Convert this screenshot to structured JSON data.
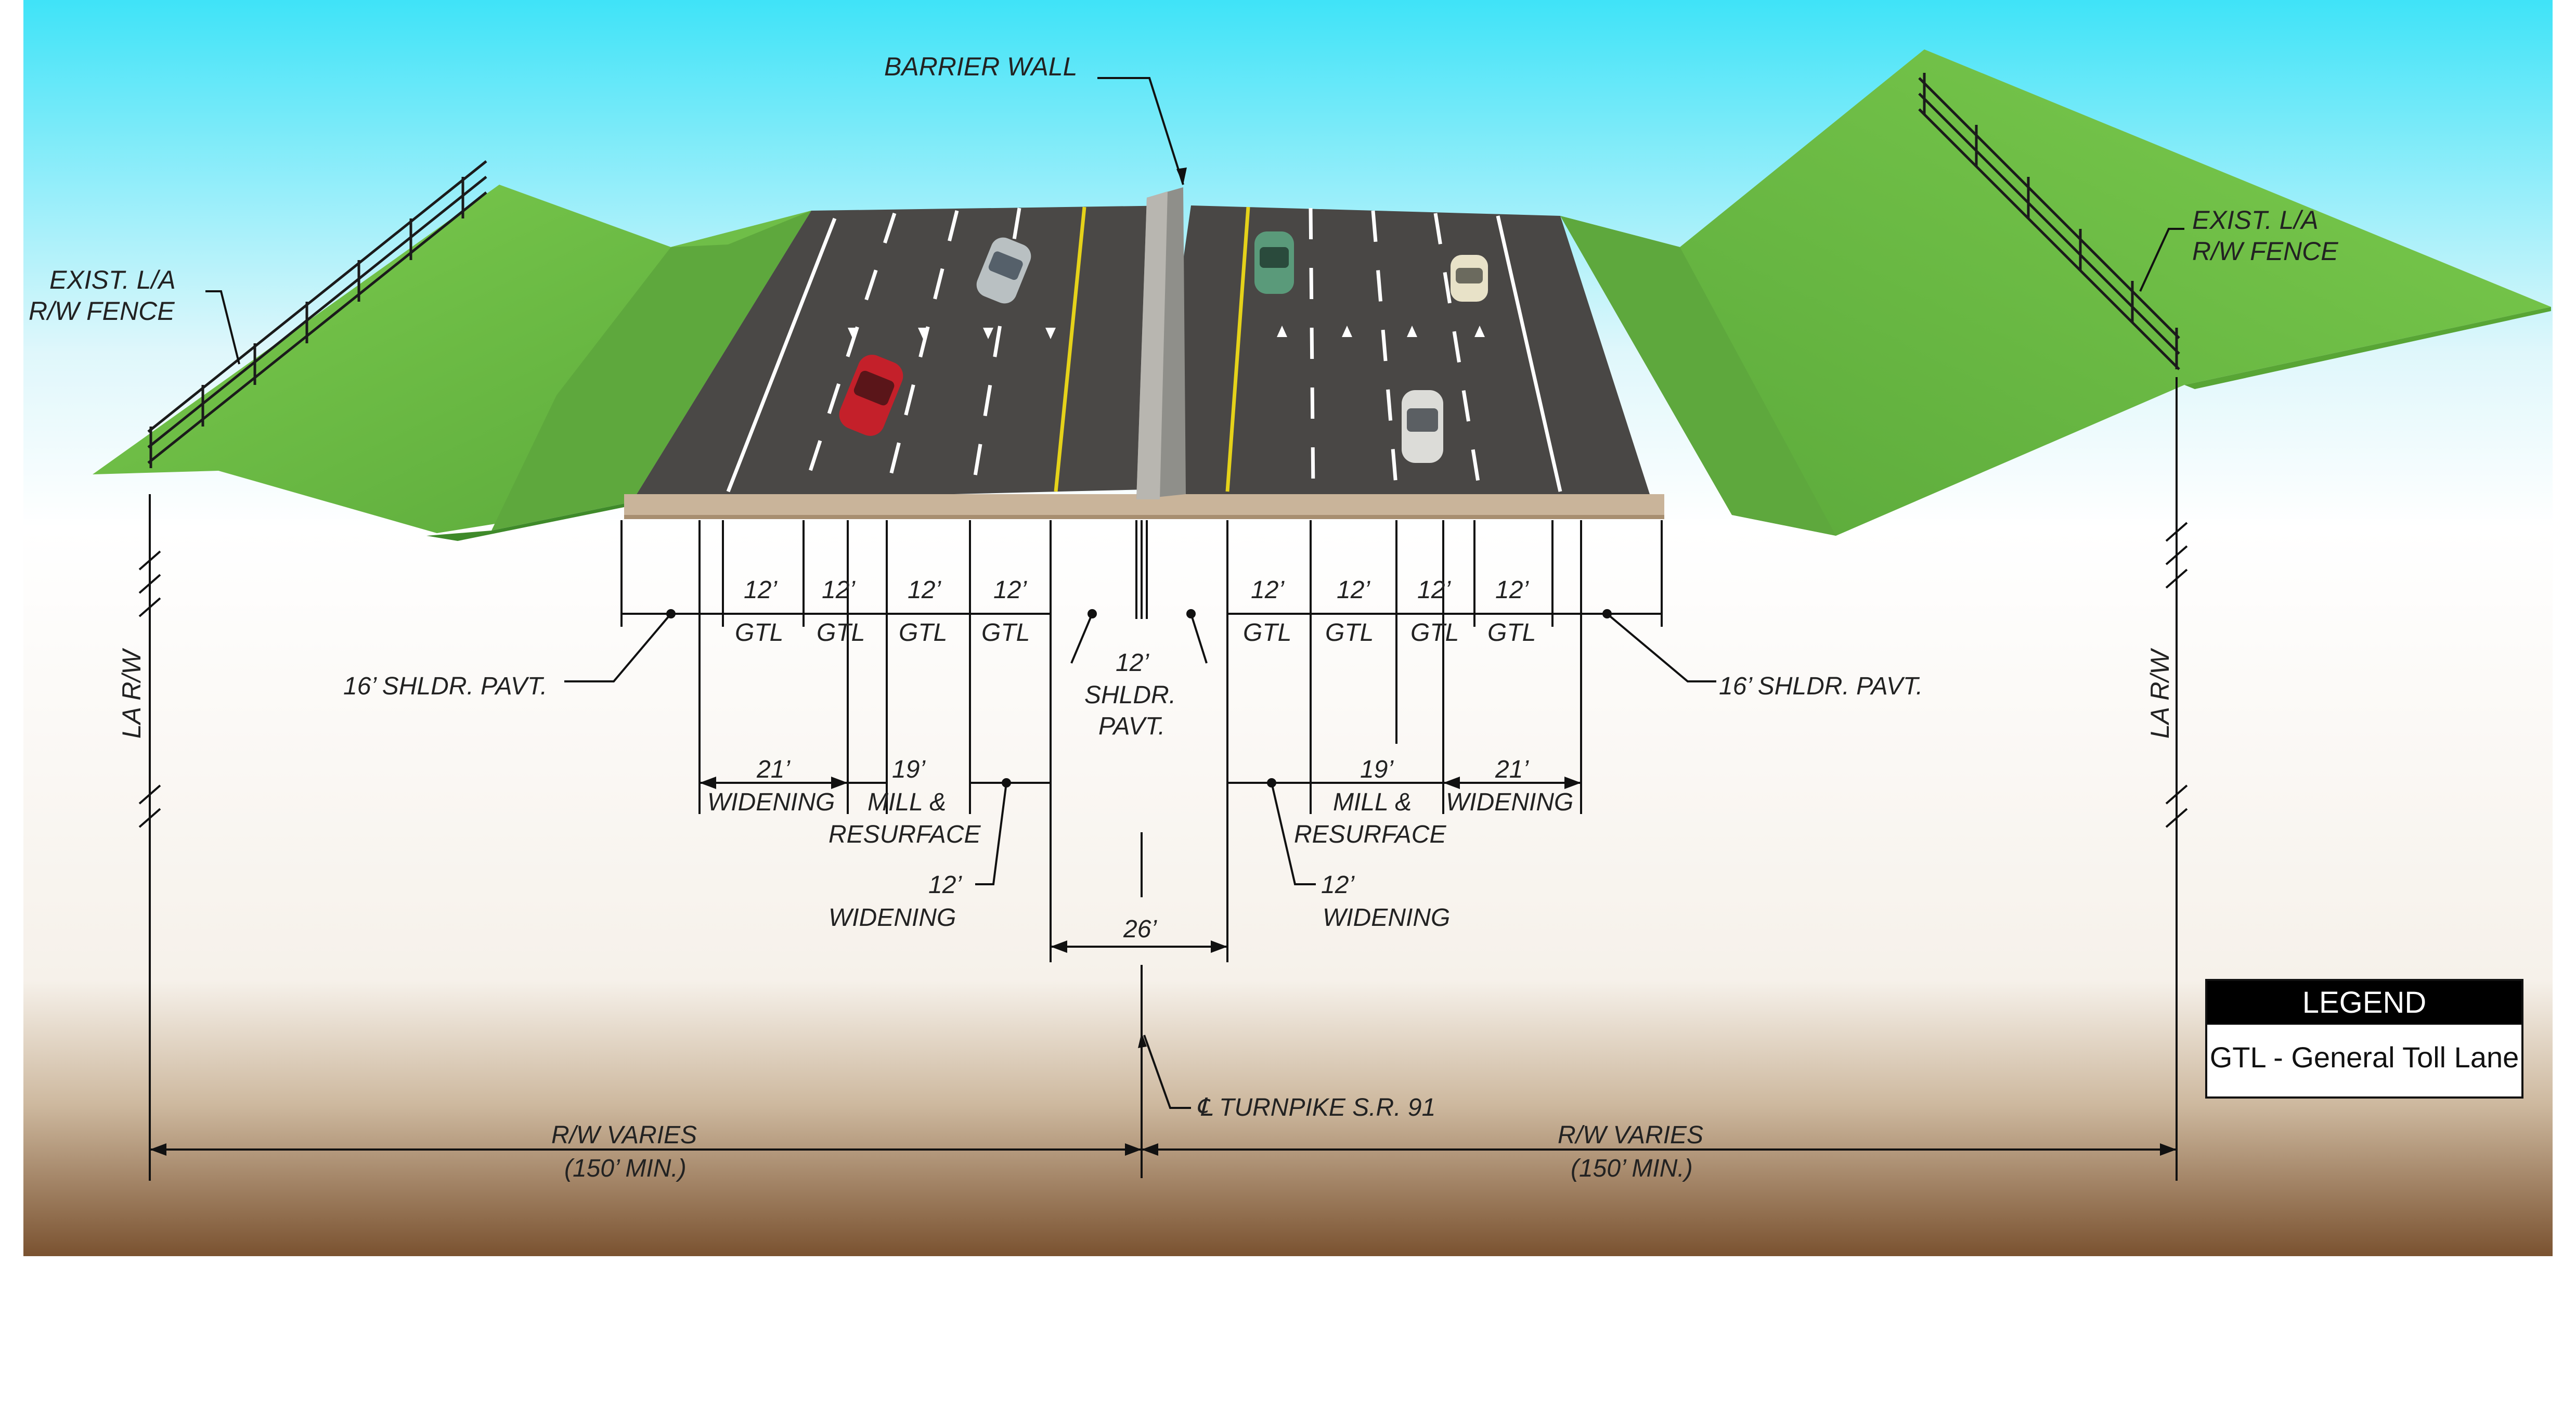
{
  "labels": {
    "barrier_wall": "BARRIER WALL",
    "fence_left_1": "EXIST. L/A",
    "fence_left_2": "R/W FENCE",
    "fence_right_1": "EXIST. L/A",
    "fence_right_2": "R/W FENCE",
    "la_rw": "LA R/W",
    "lane_width": "12’",
    "lane_type": "GTL",
    "shoulder_16_left": "16’ SHLDR. PAVT.",
    "shoulder_16_right": "16’ SHLDR. PAVT.",
    "median_shoulder_1": "12’",
    "median_shoulder_2": "SHLDR.",
    "median_shoulder_3": "PAVT.",
    "widening_21": "21’",
    "widening_word": "WIDENING",
    "mill_19": "19’",
    "mill_1": "MILL &",
    "mill_2": "RESURFACE",
    "widening_12": "12’",
    "median_26": "26’",
    "centerline": "℄ TURNPIKE S.R. 91",
    "rw_varies": "R/W VARIES",
    "rw_min": "(150’ MIN.)"
  },
  "legend": {
    "title": "LEGEND",
    "item": "GTL - General Toll Lane"
  },
  "colors": {
    "sky_top": "#3fe3f8",
    "grass": "#6fbf45",
    "grass_dark": "#4f9a32",
    "pavement": "#4a4846",
    "soil": "#7a5230",
    "car_red": "#c4202a",
    "car_green": "#5a9a7a",
    "stripe_yellow": "#e5d21a"
  }
}
